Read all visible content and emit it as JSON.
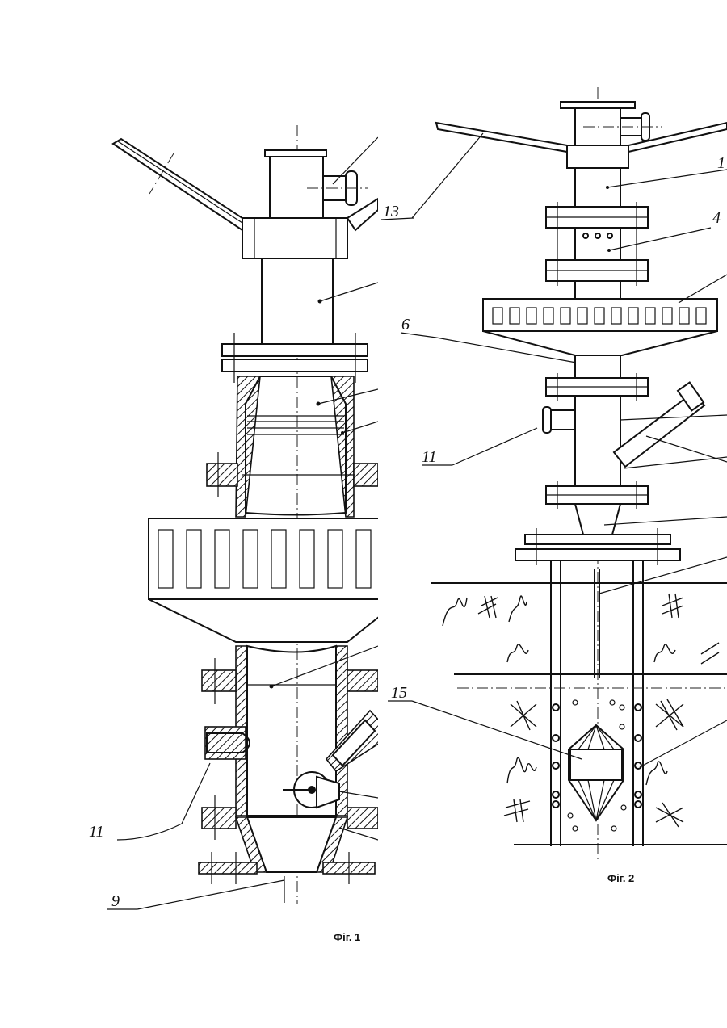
{
  "figures": [
    {
      "caption": "Фіг. 1",
      "labels": [
        "11",
        "9"
      ]
    },
    {
      "caption": "Фіг. 2",
      "labels": [
        "13",
        "1",
        "4",
        "6",
        "11",
        "15"
      ]
    }
  ]
}
